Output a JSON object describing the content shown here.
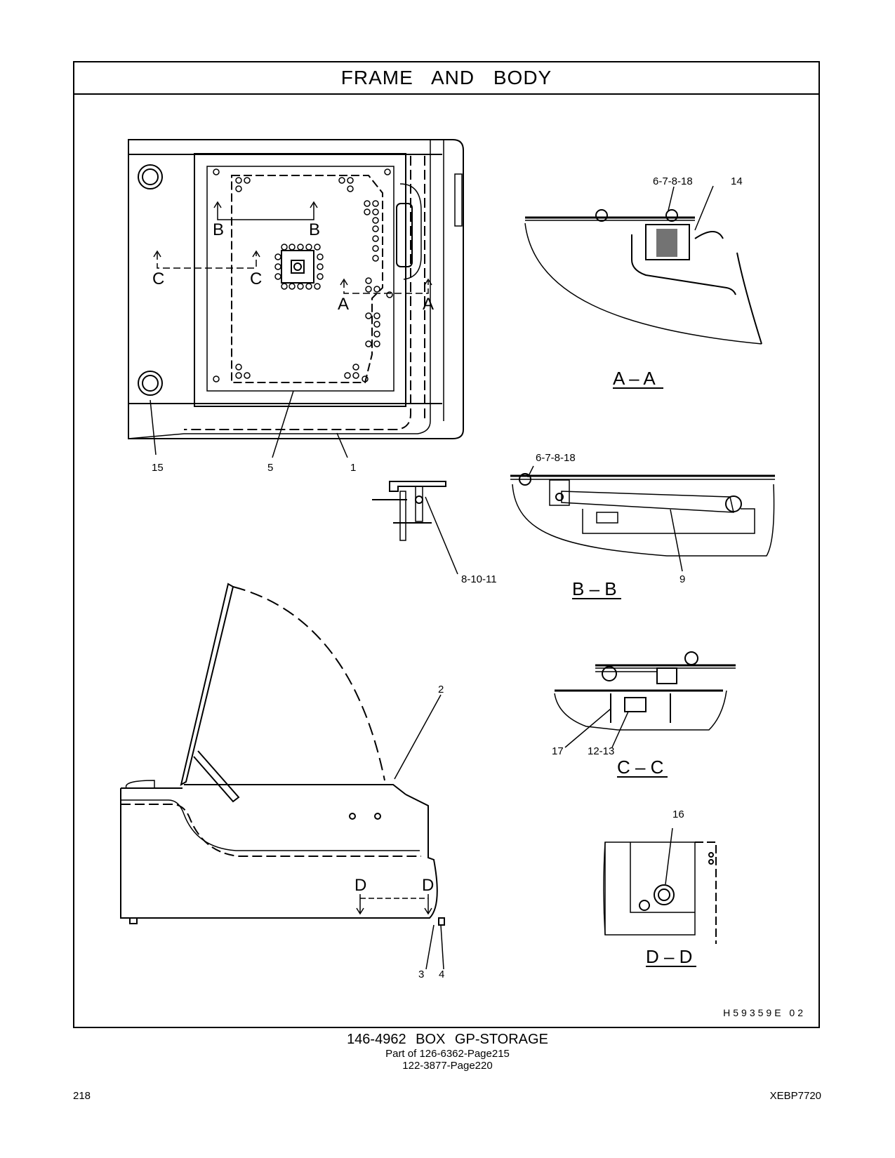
{
  "title": "FRAME AND BODY",
  "reference": "H59359E 02",
  "callouts": {
    "c15": "15",
    "c5": "5",
    "c1": "1",
    "c14": "14",
    "c6_7_8_18_a": "6-7-8-18",
    "c6_7_8_18_b": "6-7-8-18",
    "c8_10_11": "8-10-11",
    "c9": "9",
    "c2": "2",
    "c17": "17",
    "c12_13": "12-13",
    "c16": "16",
    "c3": "3",
    "c4": "4"
  },
  "section_marks": {
    "a": "A",
    "b": "B",
    "c": "C",
    "d": "D"
  },
  "section_titles": {
    "aa": "A – A",
    "bb": "B – B",
    "cc": "C – C",
    "dd": "D – D"
  },
  "caption": {
    "main": "146-4962 BOX GP-STORAGE",
    "line1": "Part of 126-6362-Page215",
    "line2": "122-3877-Page220"
  },
  "page_number": "218",
  "publication": "XEBP7720"
}
